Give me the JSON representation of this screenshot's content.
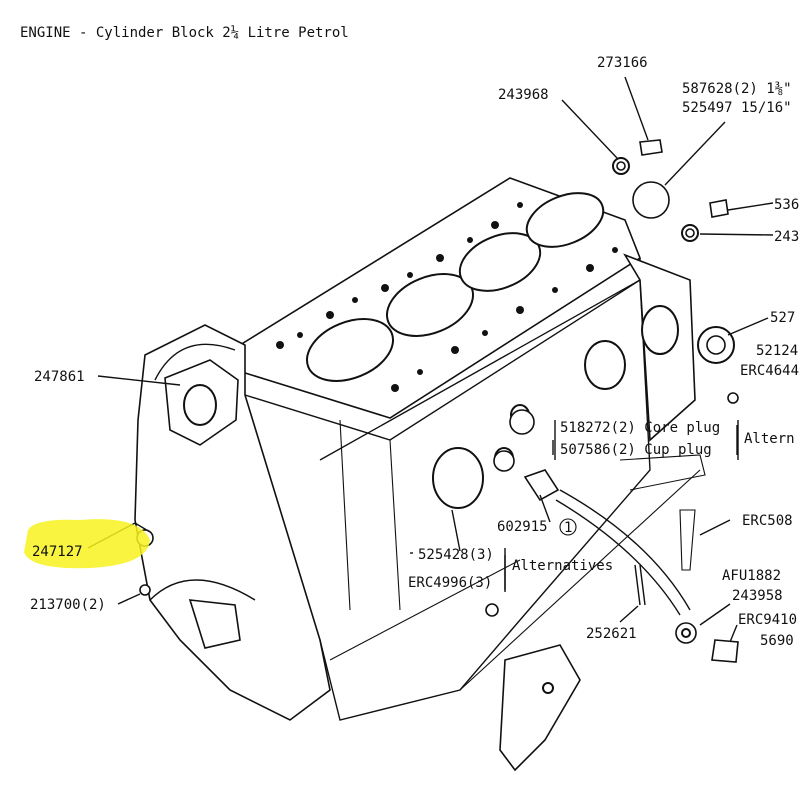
{
  "title": "ENGINE - Cylinder Block 2¼ Litre Petrol",
  "highlight_color": "#f7f21f",
  "labels": {
    "p273166": "273166",
    "p243968": "243968",
    "p587628": "587628(2) 1⅜\"",
    "p525497": "525497 15/16\"",
    "p536": "536",
    "p243": "243",
    "p527": "527",
    "p52124": "52124",
    "perc4644": "ERC4644",
    "p247861": "247861",
    "p518272": "518272(2) Core plug",
    "p507586": "507586(2) Cup plug",
    "palt1": "Altern",
    "p602915": "602915",
    "circle1": "1",
    "perc508": "ERC508",
    "p247127": "247127",
    "p525428": "525428(3)",
    "perc4996": "ERC4996(3)",
    "palt2": "Alternatives",
    "pafu1882": "AFU1882",
    "p243958": "243958",
    "perc9410": "ERC9410",
    "p5690": "5690",
    "p213700": "213700(2)",
    "p252621": "252621"
  }
}
